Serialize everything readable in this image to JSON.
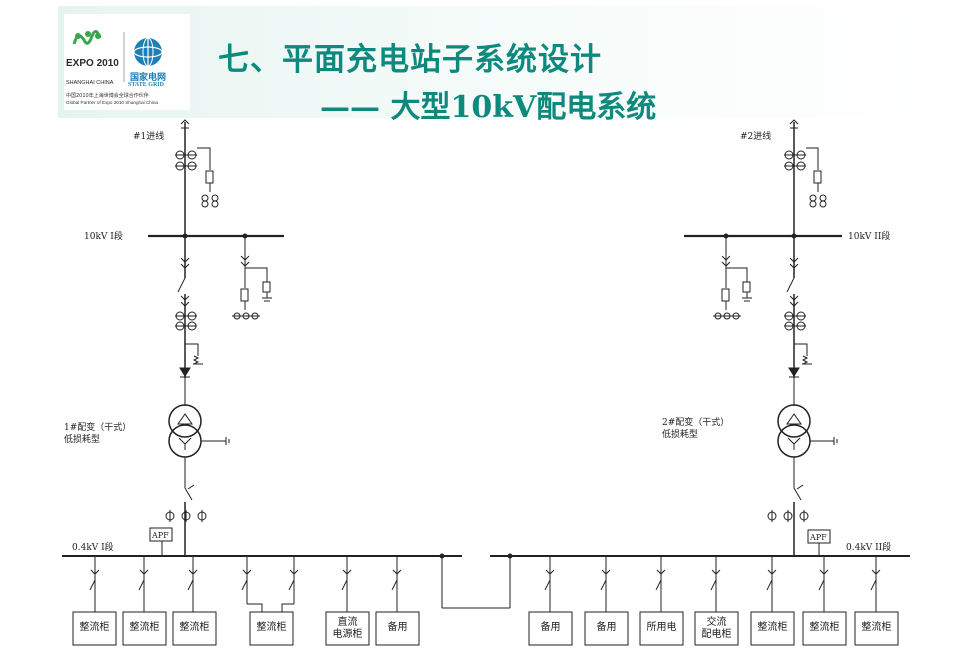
{
  "header": {
    "title_line1": "七、平面充电站子系统设计",
    "title_line2": "—— 大型10kV配电系统"
  },
  "logo": {
    "expo_mark": "EXPO 2010",
    "expo_city": "SHANGHAI CHINA",
    "grid_cn": "国家电网",
    "grid_en": "STATE GRID",
    "partner_cn": "中国2010年上海世博会全球合作伙伴",
    "partner_en": "Global Partner of Expo 2010 Shanghai China"
  },
  "diagram": {
    "incoming_left": "#1进线",
    "incoming_right": "#2进线",
    "bus_hv_left": "10kV  I段",
    "bus_hv_right": "10kV  II段",
    "transformer_left_line1": "1#配变（干式）",
    "transformer_left_line2": "低损耗型",
    "transformer_right_line1": "2#配变（干式）",
    "transformer_right_line2": "低损耗型",
    "bus_lv_left": "0.4kV  I段",
    "bus_lv_right": "0.4kV  II段",
    "apf_left": "APF",
    "apf_right": "APF",
    "feeders_left": [
      "整流柜",
      "整流柜",
      "整流柜",
      "整流柜",
      "直流\n电源柜",
      "备用"
    ],
    "feeders_right": [
      "备用",
      "备用",
      "所用电",
      "交流\n配电柜",
      "整流柜",
      "整流柜",
      "整流柜"
    ]
  }
}
